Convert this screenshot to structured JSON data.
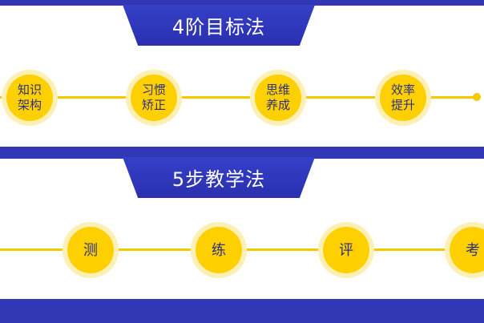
{
  "sections": [
    {
      "title": "4阶目标法",
      "steps": [
        "知识\n架构",
        "习惯\n矫正",
        "思维\n养成",
        "效率\n提升"
      ]
    },
    {
      "title": "5步教学法",
      "steps": [
        "测",
        "练",
        "评",
        "考"
      ]
    }
  ],
  "colors": {
    "band": "#3238b5",
    "tab": "#2a2fae",
    "node": "#ffd000",
    "node_halo": "#fdf0b6",
    "track": "#f5c800",
    "node_text": "#2d2f84"
  }
}
